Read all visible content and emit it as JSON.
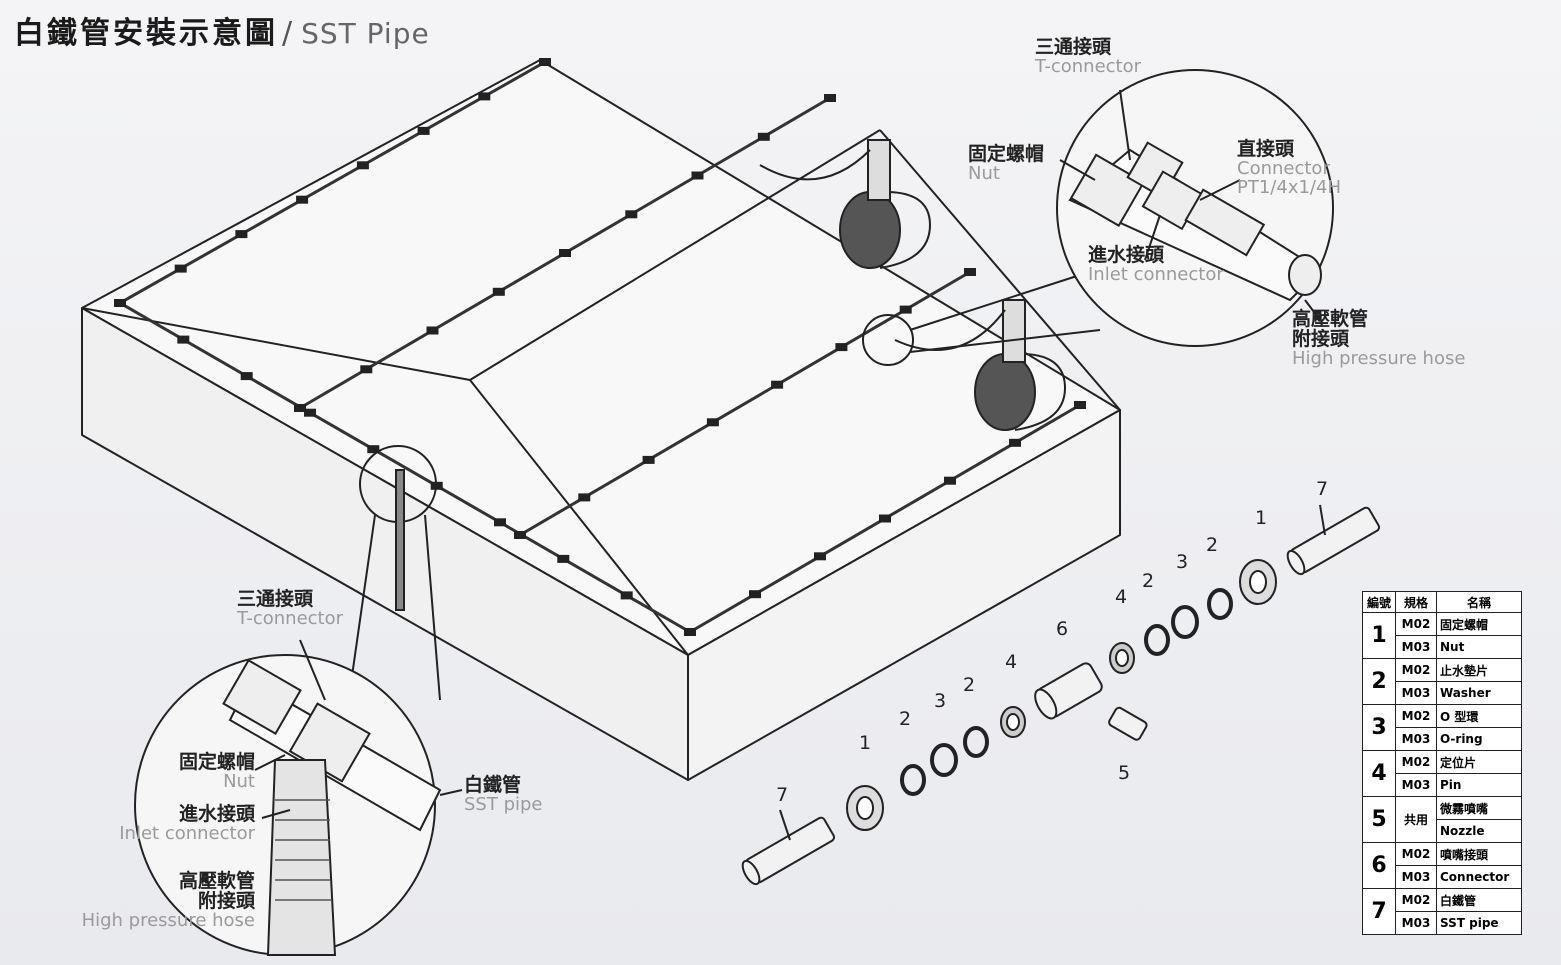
{
  "title": {
    "zh": "白鐵管安裝示意圖",
    "sep": "/",
    "en": "SST Pipe"
  },
  "labels": {
    "top_t_connector": {
      "zh": "三通接頭",
      "en": "T-connector"
    },
    "top_nut": {
      "zh": "固定螺帽",
      "en": "Nut"
    },
    "top_connector": {
      "zh": "直接頭",
      "en": "Connector",
      "spec": "PT1/4x1/4H"
    },
    "top_inlet": {
      "zh": "進水接頭",
      "en": "Inlet connector"
    },
    "top_hose": {
      "zh1": "高壓軟管",
      "zh2": "附接頭",
      "en": "High pressure hose"
    },
    "bot_t_connector": {
      "zh": "三通接頭",
      "en": "T-connector"
    },
    "bot_nut": {
      "zh": "固定螺帽",
      "en": "Nut"
    },
    "bot_inlet": {
      "zh": "進水接頭",
      "en": "Inlet connector"
    },
    "bot_hose": {
      "zh1": "高壓軟管",
      "zh2": "附接頭",
      "en": "High pressure hose"
    },
    "sst_pipe": {
      "zh": "白鐵管",
      "en": "SST pipe"
    }
  },
  "explode_numbers": [
    "7",
    "1",
    "2",
    "3",
    "2",
    "4",
    "6",
    "5",
    "4",
    "2",
    "3",
    "2",
    "1",
    "7"
  ],
  "parts_table": {
    "headers": [
      "編號",
      "規格",
      "名稱"
    ],
    "rows": [
      {
        "no": "1",
        "spec1": "M02",
        "spec2": "M03",
        "name_zh": "固定螺帽",
        "name_en": "Nut"
      },
      {
        "no": "2",
        "spec1": "M02",
        "spec2": "M03",
        "name_zh": "止水墊片",
        "name_en": "Washer"
      },
      {
        "no": "3",
        "spec1": "M02",
        "spec2": "M03",
        "name_zh": "O 型環",
        "name_en": "O-ring"
      },
      {
        "no": "4",
        "spec1": "M02",
        "spec2": "M03",
        "name_zh": "定位片",
        "name_en": "Pin"
      },
      {
        "no": "5",
        "spec1": "共用",
        "spec2": "",
        "name_zh": "微霧噴嘴",
        "name_en": "Nozzle"
      },
      {
        "no": "6",
        "spec1": "M02",
        "spec2": "M03",
        "name_zh": "噴嘴接頭",
        "name_en": "Connector"
      },
      {
        "no": "7",
        "spec1": "M02",
        "spec2": "M03",
        "name_zh": "白鐵管",
        "name_en": "SST pipe"
      }
    ]
  }
}
